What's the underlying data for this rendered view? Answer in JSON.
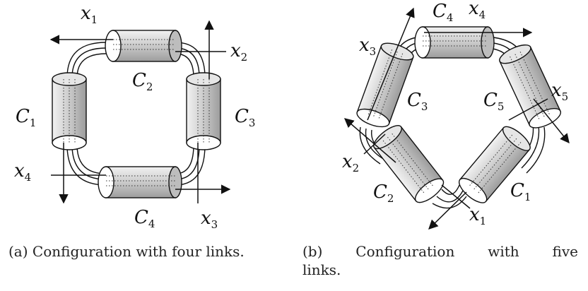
{
  "panel_a": {
    "cylinders": [
      "C",
      "C",
      "C",
      "C"
    ],
    "cylinder_subs": [
      "1",
      "2",
      "3",
      "4"
    ],
    "axes": [
      "x",
      "x",
      "x",
      "x"
    ],
    "axis_subs": [
      "1",
      "2",
      "3",
      "4"
    ],
    "caption_label": "(a)",
    "caption_text": "Configuration with four links."
  },
  "panel_b": {
    "cylinders": [
      "C",
      "C",
      "C",
      "C",
      "C"
    ],
    "cylinder_subs": [
      "1",
      "2",
      "3",
      "4",
      "5"
    ],
    "axes": [
      "x",
      "x",
      "x",
      "x",
      "x"
    ],
    "axis_subs": [
      "1",
      "2",
      "3",
      "4",
      "5"
    ],
    "caption_label": "(b)",
    "caption_words": [
      "Configuration",
      "with",
      "five"
    ],
    "caption_cont": "links."
  },
  "colors": {
    "cylinder_fill": "#d4d4d4",
    "stroke": "#111111"
  }
}
